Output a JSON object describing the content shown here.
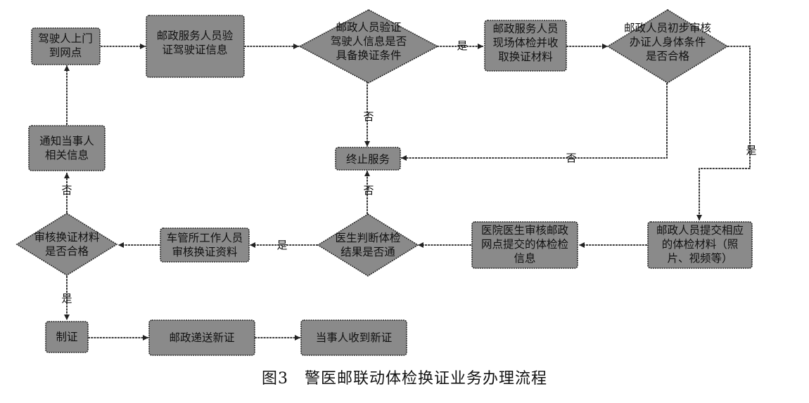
{
  "nodes": {
    "driver_visit": [
      "驾驶人上门",
      "到网点"
    ],
    "verify_license": [
      "邮政服务人员验",
      "证驾驶证信息"
    ],
    "check_conditions": [
      "邮政人员验证",
      "驾驶人信息是否",
      "具备换证条件"
    ],
    "exam_collect": [
      "邮政服务人员",
      "现场体检并收",
      "取换证材料"
    ],
    "prelim_review": [
      "邮政人员初步审核",
      "办证人身体条件",
      "是否合格"
    ],
    "terminate": [
      "终止服务"
    ],
    "notify_party": [
      "通知当事人",
      "相关信息"
    ],
    "submit_materials": [
      "邮政人员提交相应",
      "的体检材料（照",
      "片、视频等）"
    ],
    "hospital_review": [
      "医院医生审核邮政",
      "网点提交的体检检",
      "信息"
    ],
    "doctor_decide": [
      "医生判断体检",
      "结果是否通"
    ],
    "dmv_review": [
      "车管所工作人员",
      "审核换证资料"
    ],
    "review_materials": [
      "审核换证材料",
      "是否合格"
    ],
    "make_license": [
      "制证"
    ],
    "mail_license": [
      "邮政递送新证"
    ],
    "receive_license": [
      "当事人收到新证"
    ]
  },
  "edge_labels": {
    "yes": "是",
    "no": "否"
  },
  "caption": "图3　警医邮联动体检换证业务办理流程",
  "colors": {
    "node_fill": "#8a8a8a",
    "node_stroke": "#2a2a2a",
    "line": "#222222",
    "text": "#111111"
  }
}
